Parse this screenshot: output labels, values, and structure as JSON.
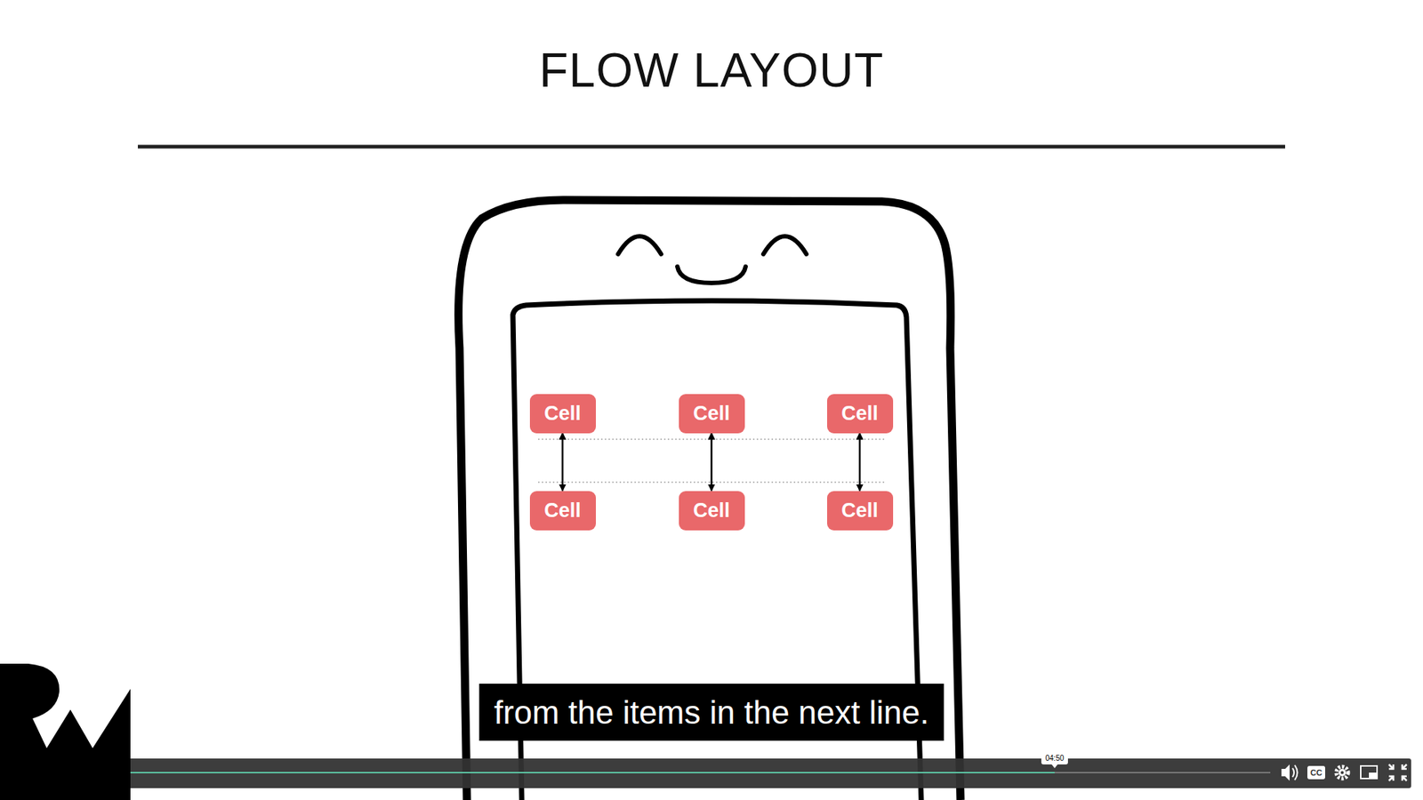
{
  "diagram": {
    "title": "FLOW LAYOUT",
    "caption": "from the items in the next line.",
    "nodes": [
      {
        "text": [
          "Cell"
        ]
      },
      {
        "text": [
          "Cell"
        ]
      },
      {
        "text": [
          "Cell"
        ]
      },
      {
        "text": [
          "Cell"
        ]
      },
      {
        "text": [
          "Cell"
        ]
      },
      {
        "text": [
          "Cell"
        ]
      }
    ],
    "edges": [
      {
        "from": 0,
        "to": 3,
        "arrow": "both"
      },
      {
        "from": 1,
        "to": 4,
        "arrow": "both"
      },
      {
        "from": 2,
        "to": 5,
        "arrow": "both"
      }
    ],
    "labels": [
      "04:50",
      "CC"
    ]
  }
}
